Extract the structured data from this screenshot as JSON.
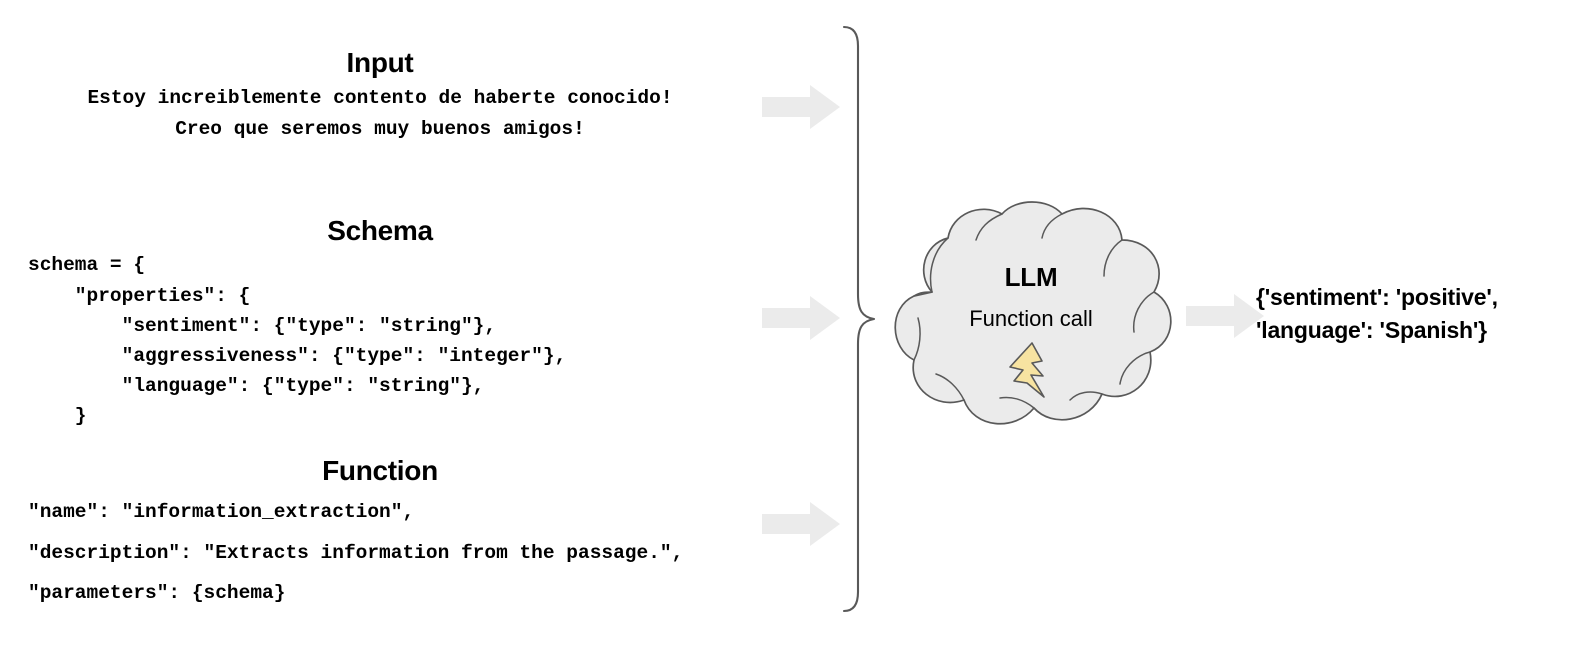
{
  "diagram": {
    "title": "LLM function-call information extraction flow",
    "background_color": "#ffffff",
    "arrow_color": "#ebebeb",
    "cloud_fill": "#ebebeb",
    "cloud_stroke": "#595959",
    "bolt_fill": "#f7e3a1",
    "bolt_stroke": "#595959",
    "brace_color": "#595959",
    "text_color": "#000000"
  },
  "blocks": [
    {
      "id": "input",
      "heading": "Input",
      "lines": "Estoy increiblemente contento de haberte conocido!\nCreo que seremos muy buenos amigos!"
    },
    {
      "id": "schema",
      "heading": "Schema",
      "lines": "schema = {\n    \"properties\": {\n        \"sentiment\": {\"type\": \"string\"},\n        \"aggressiveness\": {\"type\": \"integer\"},\n        \"language\": {\"type\": \"string\"},\n    }"
    },
    {
      "id": "function",
      "heading": "Function",
      "lines": "\"name\": \"information_extraction\",\n\"description\": \"Extracts information from the passage.\",\n\"parameters\": {schema}"
    }
  ],
  "cloud": {
    "title": "LLM",
    "subtitle": "Function call",
    "icon": "lightning-bolt-icon"
  },
  "arrows": {
    "input_arrow": "arrow-right",
    "schema_arrow": "arrow-right",
    "function_arrow": "arrow-right",
    "output_arrow": "arrow-right"
  },
  "output": {
    "text": "{'sentiment': 'positive',\n'language': 'Spanish'}"
  }
}
